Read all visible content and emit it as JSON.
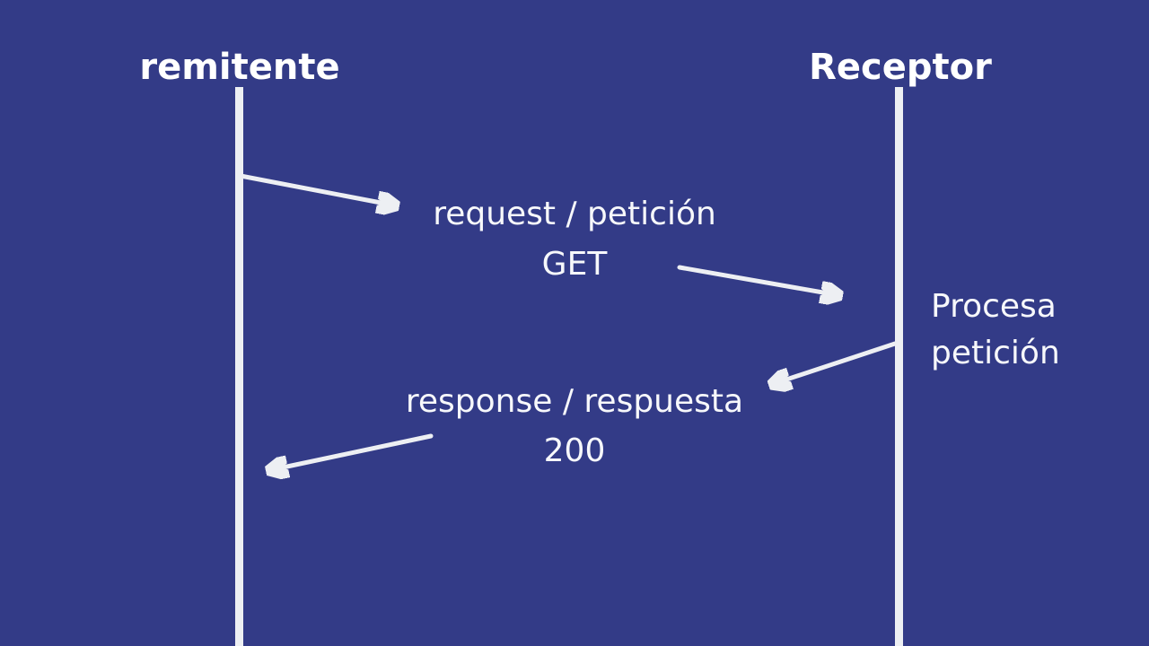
{
  "diagram": {
    "type": "sequence-diagram",
    "colors": {
      "background": "#333B87",
      "line": "#EDEFF3",
      "heading": "#FFFFFF",
      "text": "#F7F8FB"
    },
    "actors": [
      {
        "label": "remitente"
      },
      {
        "label": "Receptor"
      }
    ],
    "messages": [
      {
        "title": "request / petición",
        "detail": "GET",
        "direction": "sender-to-receiver"
      },
      {
        "title": "response / respuesta",
        "detail": "200",
        "direction": "receiver-to-sender"
      }
    ],
    "note": {
      "line1": "Procesa",
      "line2": "petición"
    }
  }
}
